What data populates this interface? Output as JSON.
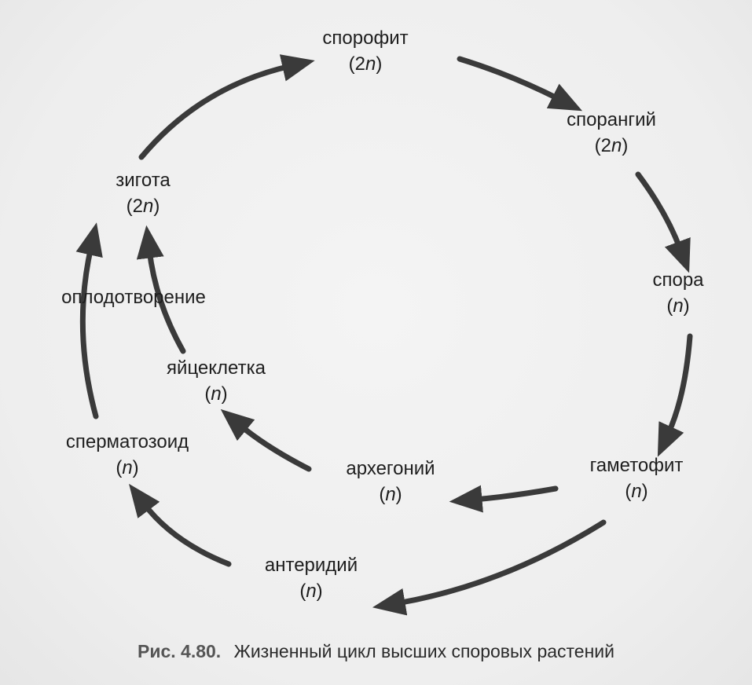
{
  "nodes": {
    "sporophyte": {
      "name": "спорофит",
      "ploidy_num": "2",
      "ploidy_sym": "n"
    },
    "sporangium": {
      "name": "спорангий",
      "ploidy_num": "2",
      "ploidy_sym": "n"
    },
    "spore": {
      "name": "спора",
      "ploidy_num": "",
      "ploidy_sym": "n"
    },
    "gametophyte": {
      "name": "гаметофит",
      "ploidy_num": "",
      "ploidy_sym": "n"
    },
    "archegonium": {
      "name": "архегоний",
      "ploidy_num": "",
      "ploidy_sym": "n"
    },
    "antheridium": {
      "name": "антеридий",
      "ploidy_num": "",
      "ploidy_sym": "n"
    },
    "egg": {
      "name": "яйцеклетка",
      "ploidy_num": "",
      "ploidy_sym": "n"
    },
    "sperm": {
      "name": "сперматозоид",
      "ploidy_num": "",
      "ploidy_sym": "n"
    },
    "zygote": {
      "name": "зигота",
      "ploidy_num": "2",
      "ploidy_sym": "n"
    }
  },
  "fertilization_label": "оплодотворение",
  "caption": {
    "figure": "Рис. 4.80.",
    "text": "Жизненный цикл высших споровых растений"
  },
  "colors": {
    "arrow": "#3a3a3a",
    "text": "#1e1e1e",
    "background": "#f1f1f1"
  }
}
